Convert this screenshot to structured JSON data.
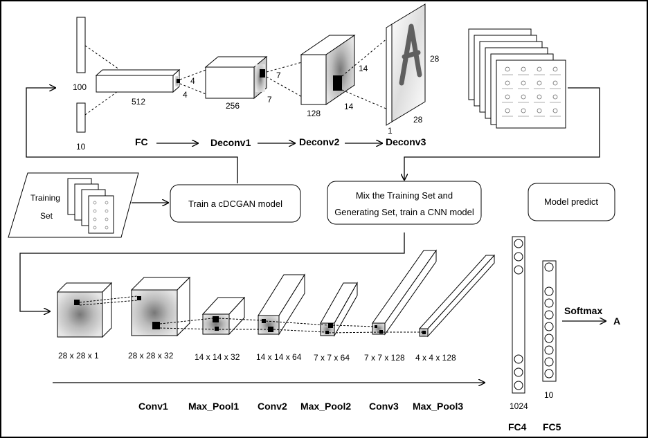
{
  "gan": {
    "noise_dim": "100",
    "cond_dim": "10",
    "fc_units": "512",
    "fc_map": "4",
    "fc_map2": "4",
    "d1_ch": "256",
    "d1_size": "7",
    "d1_size2": "7",
    "d2_ch": "128",
    "d2_size": "14",
    "d2_size2": "14",
    "d3_ch": "1",
    "d3_size": "28",
    "d3_size2": "28",
    "stages": [
      "FC",
      "Deconv1",
      "Deconv2",
      "Deconv3"
    ]
  },
  "flow": {
    "training_set_line1": "Training",
    "training_set_line2": "Set",
    "train_cdcgan": "Train a cDCGAN model",
    "mix_line1": "Mix the Training Set and",
    "mix_line2": "Generating Set, train a CNN model",
    "model_predict": "Model predict"
  },
  "cnn": {
    "sizes": [
      "28 x 28 x 1",
      "28 x 28 x 32",
      "14 x 14 x 32",
      "14 x 14 x 64",
      "7 x 7 x 64",
      "7 x 7 x 128",
      "4 x 4 x 128"
    ],
    "layers": [
      "Conv1",
      "Max_Pool1",
      "Conv2",
      "Max_Pool2",
      "Conv3",
      "Max_Pool3"
    ],
    "fc4_units": "1024",
    "fc5_units": "10",
    "fc4": "FC4",
    "fc5": "FC5",
    "softmax": "Softmax",
    "output": "A"
  }
}
